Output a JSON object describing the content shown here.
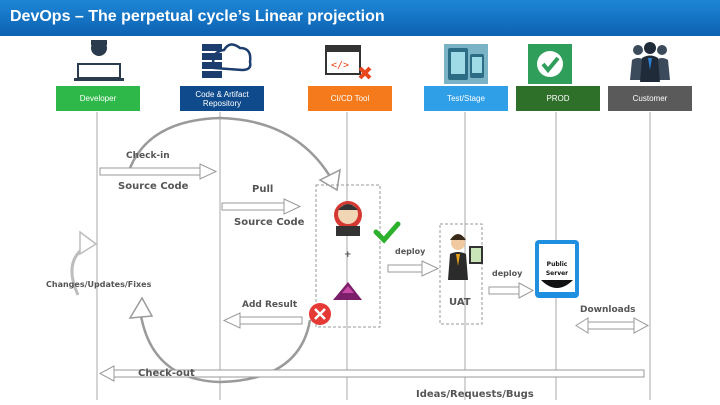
{
  "title": "DevOps – The perpetual cycle’s Linear projection",
  "lanes": [
    {
      "label": "Developer",
      "color": "#2fb84a"
    },
    {
      "label": "Code & Artifact Repository",
      "color": "#0e4a8c"
    },
    {
      "label": "CI/CD Tool",
      "color": "#f57a1b"
    },
    {
      "label": "Test/Stage",
      "color": "#2f9fe8"
    },
    {
      "label": "PROD",
      "color": "#2e6f2a"
    },
    {
      "label": "Customer",
      "color": "#5a5a5a"
    }
  ],
  "flow": {
    "checkin": "Check-in",
    "source_code_1": "Source Code",
    "pull": "Pull",
    "source_code_2": "Source Code",
    "deploy_1": "deploy",
    "deploy_2": "deploy",
    "uat": "UAT",
    "add_result": "Add Result",
    "changes": "Changes/Updates/Fixes",
    "downloads": "Downloads",
    "checkout": "Check-out",
    "ideas": "Ideas/Requests/Bugs",
    "plus": "+",
    "public_server": "Public Server"
  },
  "colors": {
    "accent": "#1e86d6",
    "check": "#2db12d",
    "fail": "#e53935"
  }
}
